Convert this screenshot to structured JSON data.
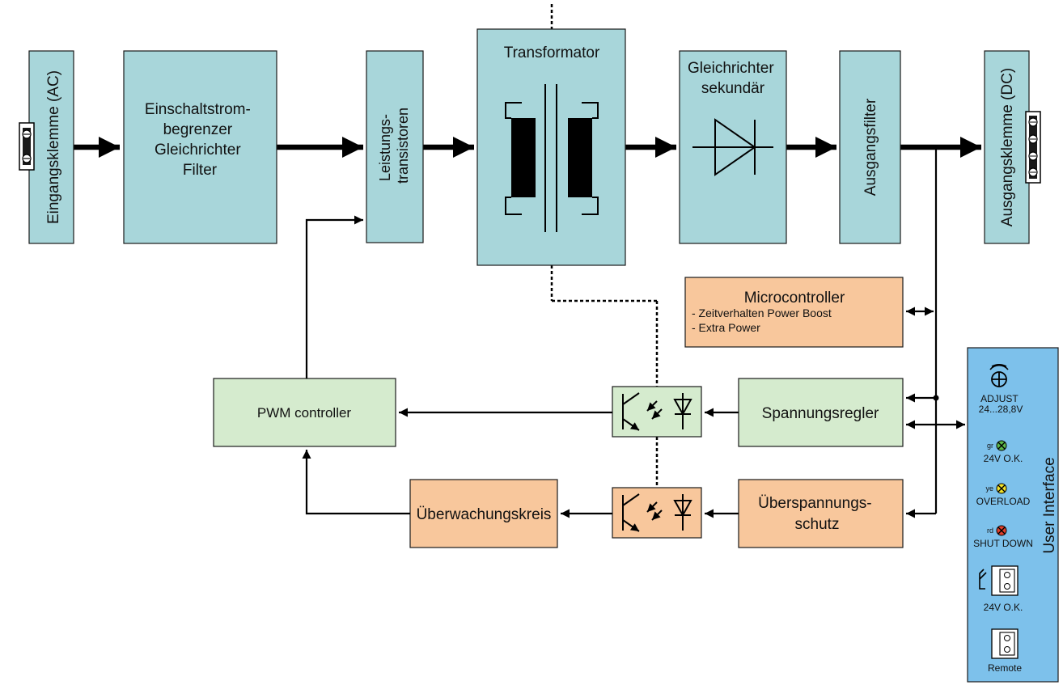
{
  "blocks": {
    "input_terminal": "Eingangsklemme (AC)",
    "inrush_lines": [
      "Einschaltstrom-",
      "begrenzer",
      "Gleichrichter",
      "Filter"
    ],
    "power_transistors_lines": [
      "Leistungs-",
      "transistoren"
    ],
    "transformer": "Transformator",
    "rectifier_lines": [
      "Gleichrichter",
      "sekundär"
    ],
    "output_filter": "Ausgangsfilter",
    "output_terminal": "Ausgangsklemme (DC)",
    "microcontroller": {
      "title": "Microcontroller",
      "items": [
        "- Zeitverhalten Power Boost",
        "- Extra Power"
      ]
    },
    "pwm_controller": "PWM controller",
    "voltage_regulator": "Spannungsregler",
    "overvoltage_lines": [
      "Überspannungs-",
      "schutz"
    ],
    "monitoring": "Überwachungskreis"
  },
  "user_interface": {
    "title": "User Interface",
    "adjust_lines": [
      "ADJUST",
      "24...28,8V"
    ],
    "leds": [
      {
        "code": "gr",
        "label": "24V O.K.",
        "color": "#5cb84a"
      },
      {
        "code": "ye",
        "label": "OVERLOAD",
        "color": "#f2e22a"
      },
      {
        "code": "rd",
        "label": "SHUT DOWN",
        "color": "#e0402c"
      }
    ],
    "relay_label": "24V O.K.",
    "remote_label": "Remote"
  },
  "colors": {
    "teal": "#a8d6da",
    "green": "#d5ebce",
    "orange": "#f8c79c",
    "blue": "#7dc1eb"
  }
}
